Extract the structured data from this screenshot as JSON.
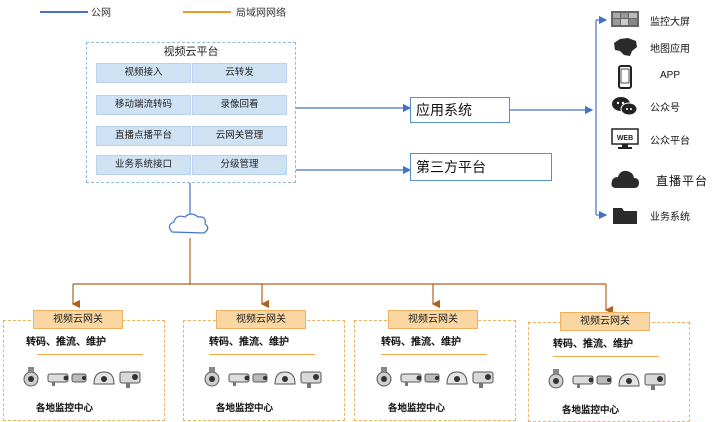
{
  "legend": {
    "public_network": "公网",
    "lan_network": "局域网网络"
  },
  "colors": {
    "public": "#4472c4",
    "lan": "#ed9a2c",
    "box_border": "#8fb8dc",
    "module_fill": "#cfe2f3",
    "gateway_fill": "#fad7a2"
  },
  "cloud_platform": {
    "title": "视频云平台",
    "modules": [
      "视频接入",
      "云转发",
      "移动端流转码",
      "录像回看",
      "直播点播平台",
      "云网关管理",
      "业务系统接口",
      "分级管理"
    ]
  },
  "systems": {
    "app_system": "应用系统",
    "third_party": "第三方平台"
  },
  "applications": [
    {
      "label": "监控大屏",
      "icon": "monitor-wall-icon"
    },
    {
      "label": "地图应用",
      "icon": "china-map-icon"
    },
    {
      "label": "APP",
      "icon": "smartphone-icon"
    },
    {
      "label": "公众号",
      "icon": "wechat-icon"
    },
    {
      "label": "公众平台",
      "icon": "web-icon"
    },
    {
      "label": "直播平台",
      "icon": "cloud-icon"
    },
    {
      "label": "业务系统",
      "icon": "folder-icon"
    }
  ],
  "gateways": [
    {
      "label": "视频云网关",
      "ops": "转码、推流、维护",
      "center": "各地监控中心"
    },
    {
      "label": "视频云网关",
      "ops": "转码、推流、维护",
      "center": "各地监控中心"
    },
    {
      "label": "视频云网关",
      "ops": "转码、推流、维护",
      "center": "各地监控中心"
    },
    {
      "label": "视频云网关",
      "ops": "转码、推流、维护",
      "center": "各地监控中心"
    }
  ]
}
